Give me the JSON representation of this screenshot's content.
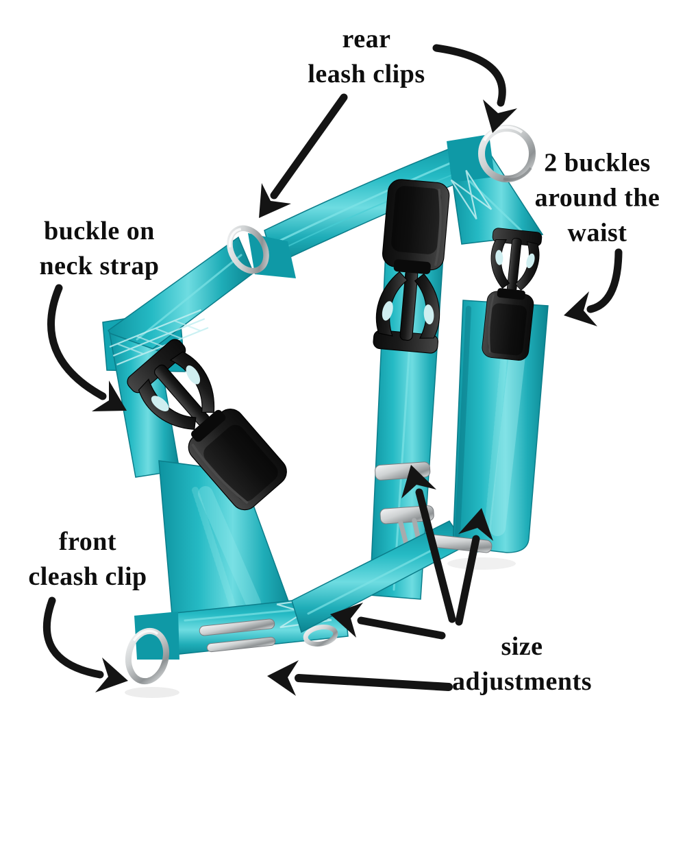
{
  "figure": {
    "kind": "annotated product diagram",
    "subject": "teal nylon dog harness on white background"
  },
  "colors": {
    "background": "#ffffff",
    "strap_teal": "#1ab4be",
    "strap_teal_dark": "#0f99a6",
    "strap_teal_light": "#7de2e6",
    "buckle_black": "#1c1c1c",
    "metal_silver": "#bcbfc1",
    "annotation_black": "#141414",
    "text_color": "#0e0e0e"
  },
  "labels": {
    "rear_leash_clips": {
      "lines": [
        "rear",
        "leash clips"
      ],
      "arrow_count": 2
    },
    "waist_buckles": {
      "lines": [
        "2 buckles",
        "around the",
        "waist"
      ],
      "arrow_count": 1
    },
    "neck_buckle": {
      "lines": [
        "buckle on",
        "neck strap"
      ],
      "arrow_count": 1
    },
    "front_leash_clip": {
      "lines": [
        "front",
        "cleash clip"
      ],
      "arrow_count": 1
    },
    "size_adjustments": {
      "lines": [
        "size",
        "adjustments"
      ],
      "arrow_count": 4
    }
  },
  "annotations": [
    {
      "label": "rear leash clips",
      "points_to": "silver rings on the back strap"
    },
    {
      "label": "2 buckles around the waist",
      "points_to": "black side-release buckles on waist straps"
    },
    {
      "label": "buckle on neck strap",
      "points_to": "black buckle on left neck strap"
    },
    {
      "label": "front cleash clip",
      "points_to": "silver D-ring at chest"
    },
    {
      "label": "size adjustments",
      "points_to": "metal slide adjusters on straps"
    }
  ]
}
